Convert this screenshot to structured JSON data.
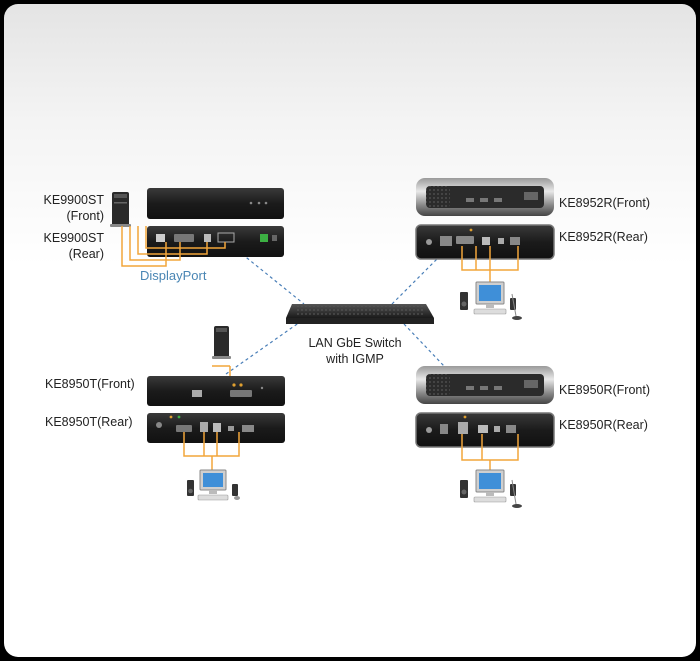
{
  "labels": {
    "ke9900st_front_1": "KE9900ST",
    "ke9900st_front_2": "(Front)",
    "ke9900st_rear_1": "KE9900ST",
    "ke9900st_rear_2": "(Rear)",
    "displayport": "DisplayPort",
    "switch_1": "LAN GbE Switch",
    "switch_2": "with IGMP",
    "ke8950t_front": "KE8950T(Front)",
    "ke8950t_rear": "KE8950T(Rear)",
    "ke8952r_front": "KE8952R(Front)",
    "ke8952r_rear": "KE8952R(Rear)",
    "ke8950r_front": "KE8950R(Front)",
    "ke8950r_rear": "KE8950R(Rear)"
  },
  "colors": {
    "cable_orange": "#f2a53a",
    "network_dashed": "#4a7fb8",
    "device_body": "#1e1e1e",
    "displayport_label": "#4a86b4"
  }
}
